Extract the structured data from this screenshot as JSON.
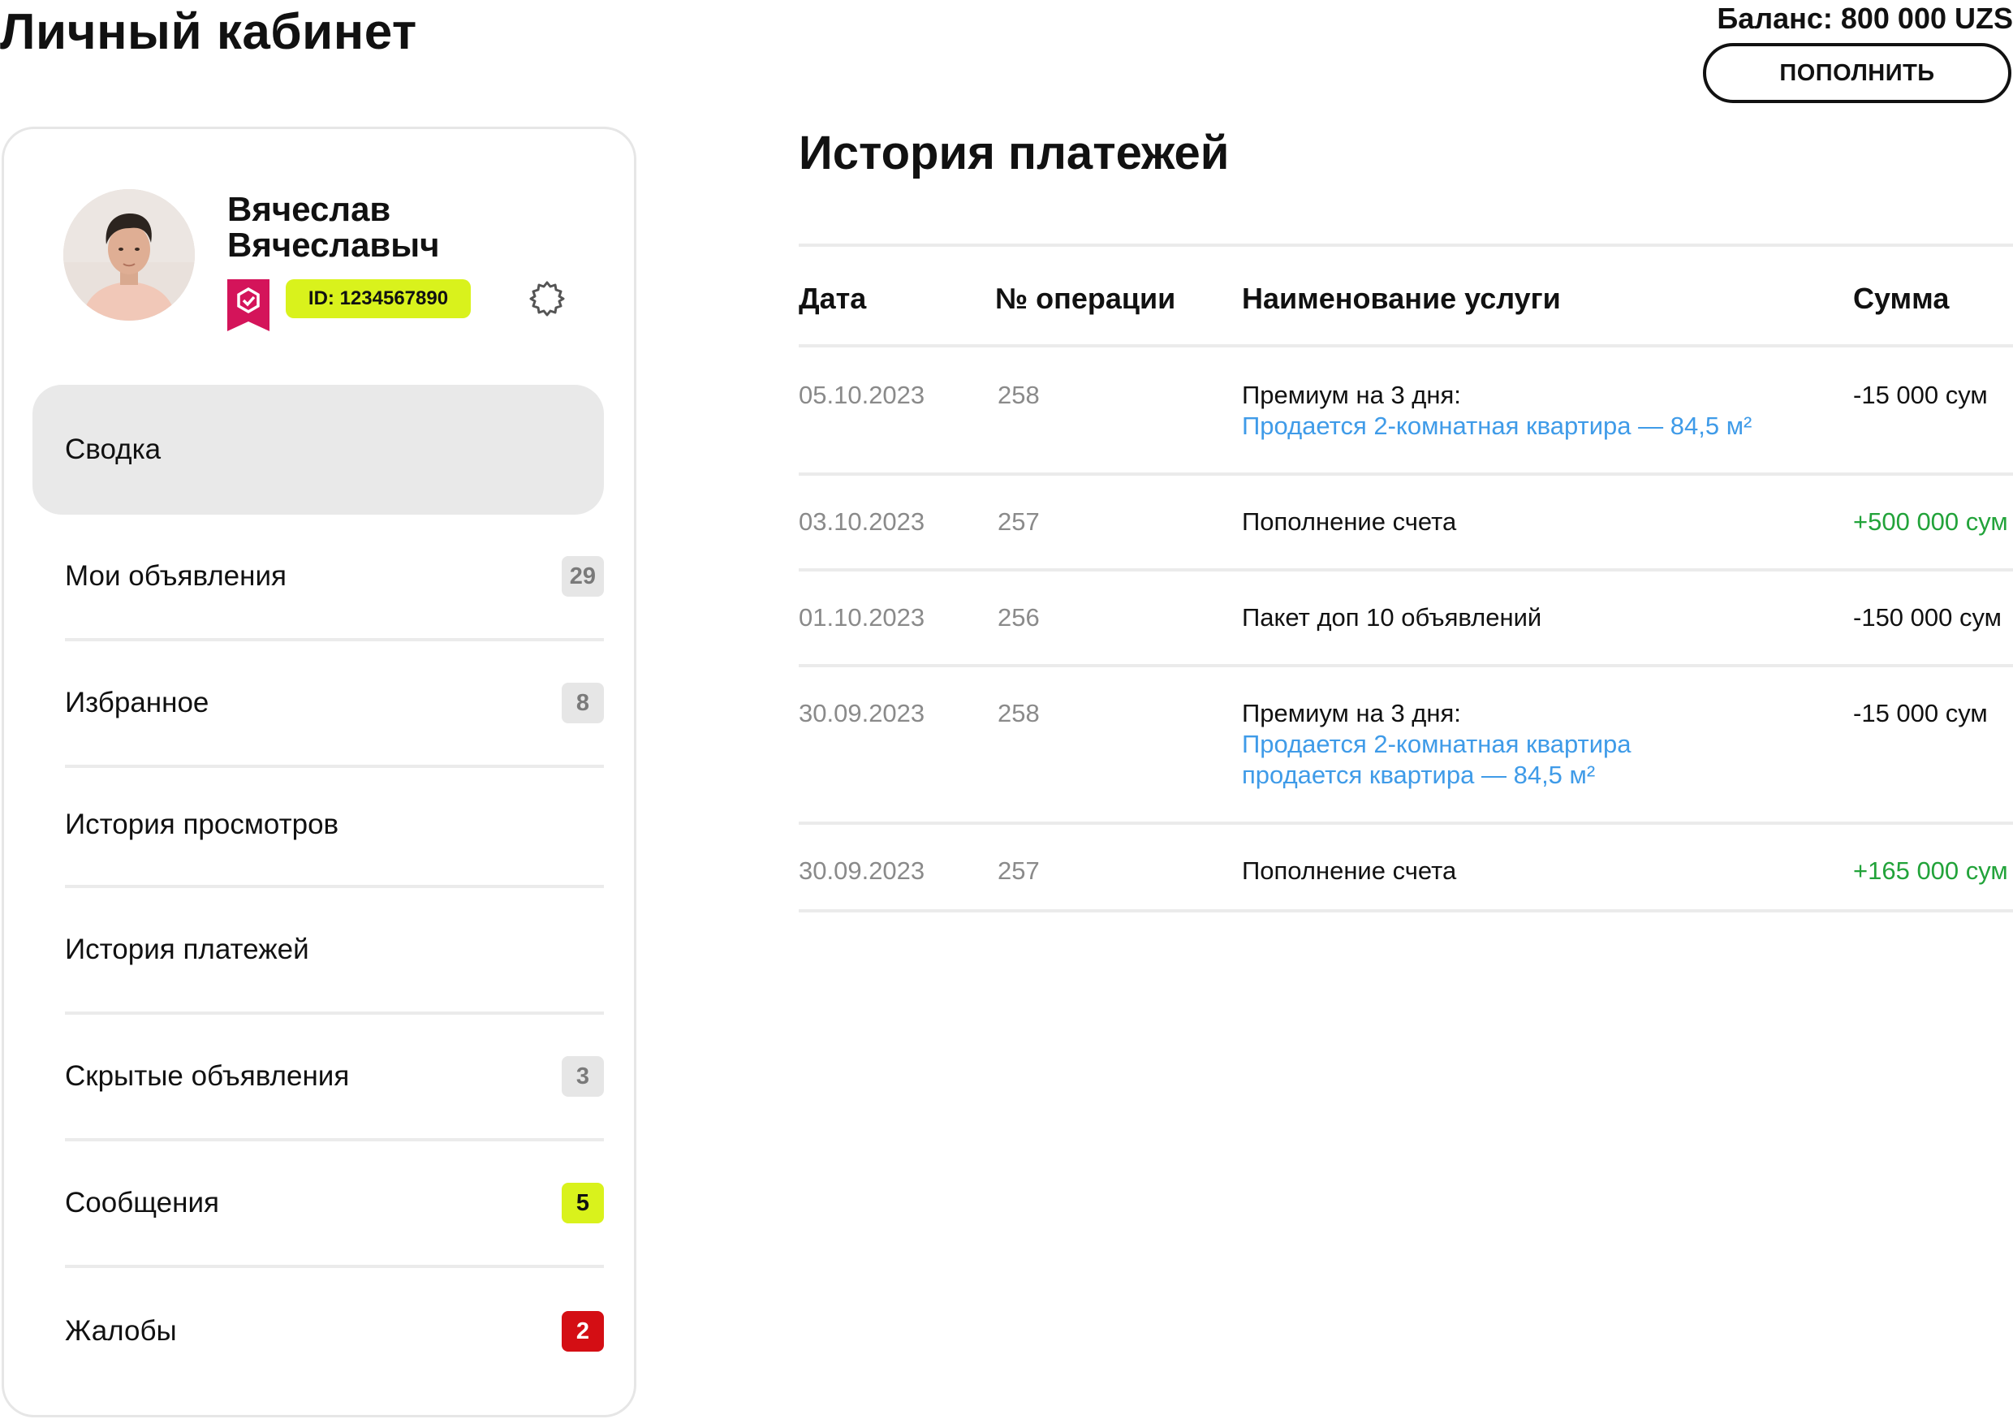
{
  "header": {
    "title": "Личный кабинет",
    "balance": "Баланс: 800 000 UZS",
    "topup_label": "ПОПОЛНИТЬ"
  },
  "profile": {
    "first_name": "Вячеслав",
    "last_name": "Вячеславыч",
    "id_label": "ID: 1234567890"
  },
  "sidebar": {
    "items": [
      {
        "label": "Сводка"
      },
      {
        "label": "Мои объявления",
        "count": "29"
      },
      {
        "label": "Избранное",
        "count": "8"
      },
      {
        "label": "История просмотров"
      },
      {
        "label": "История платежей"
      },
      {
        "label": "Скрытые объявления",
        "count": "3"
      },
      {
        "label": "Сообщения",
        "count": "5"
      },
      {
        "label": "Жалобы",
        "count": "2"
      }
    ]
  },
  "payments": {
    "title": "История платежей",
    "columns": [
      "Дата",
      "№ операции",
      "Наименование услуги",
      "Сумма"
    ],
    "rows": [
      {
        "date": "05.10.2023",
        "op": "258",
        "service": "Премиум на 3 дня:",
        "link1": "Продается 2-комнатная квартира — 84,5 м²",
        "amount": "-15 000 сум"
      },
      {
        "date": "03.10.2023",
        "op": "257",
        "service": "Пополнение счета",
        "amount": "+500 000 сум"
      },
      {
        "date": "01.10.2023",
        "op": "256",
        "service": "Пакет доп 10 объявлений",
        "amount": "-150 000 сум"
      },
      {
        "date": "30.09.2023",
        "op": "258",
        "service": "Премиум на 3 дня:",
        "link1": "Продается 2-комнатная квартира",
        "link2": "продается квартира — 84,5 м²",
        "amount": "-15 000 сум"
      },
      {
        "date": "30.09.2023",
        "op": "257",
        "service": "Пополнение счета",
        "amount": "+165 000 сум"
      }
    ]
  },
  "colors": {
    "accent_lime": "#d9f21c",
    "badge_red": "#d40e14",
    "link_blue": "#3f9be8",
    "positive_green": "#22a33a",
    "verified_magenta": "#d4145a"
  },
  "icons": [
    "verified-shield-icon",
    "gear-icon",
    "avatar"
  ]
}
